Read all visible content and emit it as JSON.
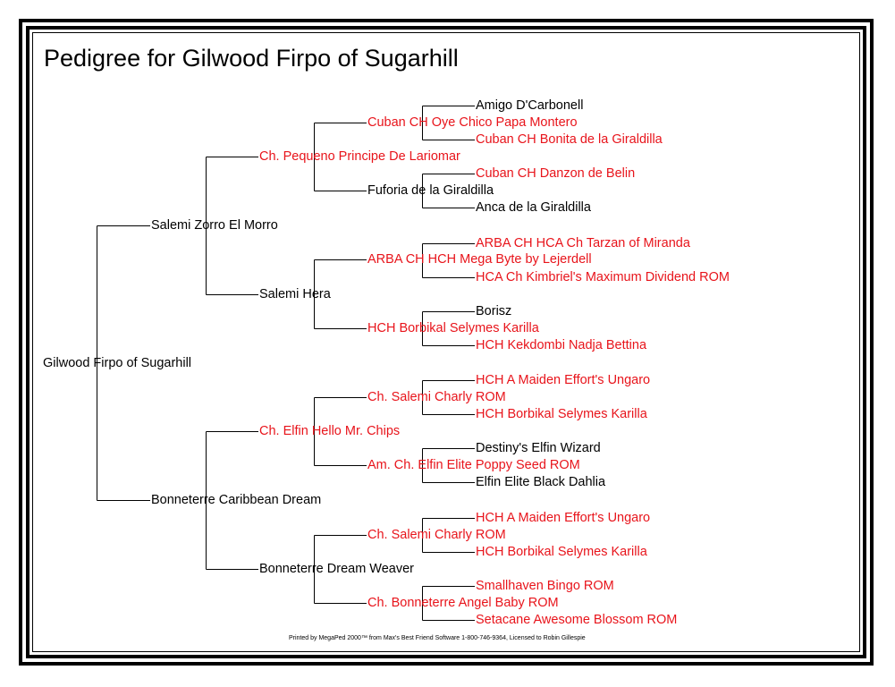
{
  "title": "Pedigree for Gilwood Firpo of Sugarhill",
  "colors": {
    "champion": "#e8141b",
    "normal": "#000000",
    "background": "#ffffff"
  },
  "subject": {
    "name": "Gilwood Firpo of Sugarhill",
    "champion": false
  },
  "sire": {
    "name": "Salemi Zorro El Morro",
    "champion": false,
    "sire": {
      "name": "Ch. Pequeno Principe De Lariomar",
      "champion": true,
      "sire": {
        "name": "Cuban CH Oye Chico Papa Montero",
        "champion": true,
        "sire": {
          "name": "Amigo D'Carbonell",
          "champion": false
        },
        "dam": {
          "name": "Cuban CH Bonita de la Giraldilla",
          "champion": true
        }
      },
      "dam": {
        "name": "Fuforia de la Giraldilla",
        "champion": false,
        "sire": {
          "name": "Cuban CH Danzon de Belin",
          "champion": true
        },
        "dam": {
          "name": "Anca de la Giraldilla",
          "champion": false
        }
      }
    },
    "dam": {
      "name": "Salemi Hera",
      "champion": false,
      "sire": {
        "name": "ARBA CH HCH Mega Byte by Lejerdell",
        "champion": true,
        "sire": {
          "name": "ARBA CH HCA Ch Tarzan of Miranda",
          "champion": true
        },
        "dam": {
          "name": "HCA Ch Kimbriel's Maximum Dividend ROM",
          "champion": true
        }
      },
      "dam": {
        "name": "HCH Borbikal Selymes Karilla",
        "champion": true,
        "sire": {
          "name": "Borisz",
          "champion": false
        },
        "dam": {
          "name": "HCH Kekdombi Nadja Bettina",
          "champion": true
        }
      }
    }
  },
  "dam": {
    "name": "Bonneterre Caribbean Dream",
    "champion": false,
    "sire": {
      "name": "Ch. Elfin Hello Mr. Chips",
      "champion": true,
      "sire": {
        "name": "Ch. Salemi Charly ROM",
        "champion": true,
        "sire": {
          "name": "HCH A Maiden Effort's Ungaro",
          "champion": true
        },
        "dam": {
          "name": "HCH Borbikal Selymes Karilla",
          "champion": true
        }
      },
      "dam": {
        "name": "Am. Ch. Elfin Elite Poppy Seed ROM",
        "champion": true,
        "sire": {
          "name": "Destiny's Elfin Wizard",
          "champion": false
        },
        "dam": {
          "name": "Elfin Elite Black Dahlia",
          "champion": false
        }
      }
    },
    "dam": {
      "name": "Bonneterre Dream Weaver",
      "champion": false,
      "sire": {
        "name": "Ch. Salemi Charly ROM",
        "champion": true,
        "sire": {
          "name": "HCH A Maiden Effort's Ungaro",
          "champion": true
        },
        "dam": {
          "name": "HCH Borbikal Selymes Karilla",
          "champion": true
        }
      },
      "dam": {
        "name": "Ch. Bonneterre Angel Baby ROM",
        "champion": true,
        "sire": {
          "name": "Smallhaven Bingo ROM",
          "champion": true
        },
        "dam": {
          "name": "Setacane Awesome Blossom ROM",
          "champion": true
        }
      }
    }
  },
  "footer": "Printed by MegaPed 2000™ from Max's Best Friend Software 1-800-746-9364, Licensed to Robin Gillespie"
}
